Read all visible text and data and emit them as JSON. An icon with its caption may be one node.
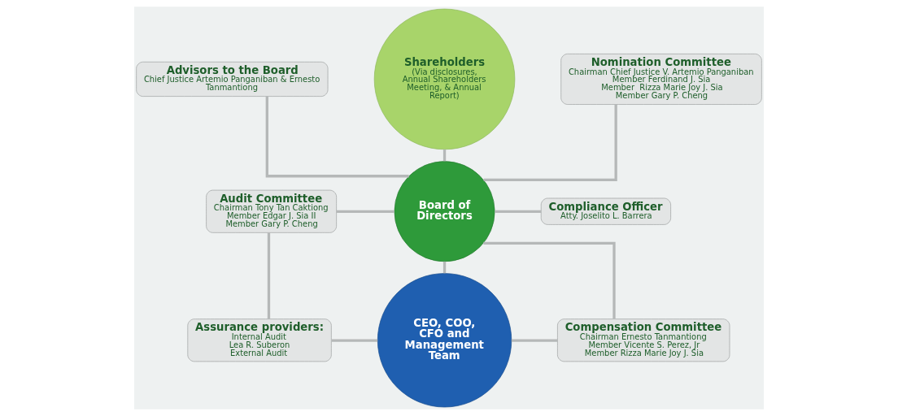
{
  "diagram": {
    "nodes": [
      {
        "text": [
          "Advisors to the Board",
          "Chief Justice Artemio Panganiban & Ernesto Tanmantiong"
        ]
      },
      {
        "text": [
          "Shareholders",
          "(Via disclosures, Annual Shareholders Meeting, & Annual Report)"
        ]
      },
      {
        "text": [
          "Nomination Committee",
          "Chairman Chief Justice V. Artemio Panganiban",
          "Member Ferdinand J. Sia",
          "Member  Rizza Marie Joy J. Sia",
          "Member Gary P. Cheng"
        ]
      },
      {
        "text": [
          "Audit Committee",
          "Chairman Tony Tan Caktiong",
          "Member Edgar J. Sia II",
          "Member Gary P. Cheng"
        ]
      },
      {
        "text": [
          "Board of Directors"
        ]
      },
      {
        "text": [
          "Compliance Officer",
          "Atty. Joselito L. Barrera"
        ]
      },
      {
        "text": [
          "Assurance providers:",
          "Internal Audit",
          "Lea R. Suberon",
          "External Audit"
        ]
      },
      {
        "text": [
          "CEO, COO, CFO and Management Team"
        ]
      },
      {
        "text": [
          "Compensation Committee",
          "Chairman Ernesto Tanmantiong",
          "Member Vicente S. Perez, Jr",
          "Member Rizza Marie Joy J. Sia"
        ]
      }
    ],
    "edges": [
      {
        "from": 0,
        "to": 4,
        "arrow": "none"
      },
      {
        "from": 1,
        "to": 4,
        "arrow": "none"
      },
      {
        "from": 2,
        "to": 4,
        "arrow": "none"
      },
      {
        "from": 3,
        "to": 4,
        "arrow": "none"
      },
      {
        "from": 4,
        "to": 5,
        "arrow": "none"
      },
      {
        "from": 3,
        "to": 6,
        "arrow": "none"
      },
      {
        "from": 4,
        "to": 7,
        "arrow": "none"
      },
      {
        "from": 6,
        "to": 7,
        "arrow": "none"
      },
      {
        "from": 4,
        "to": 8,
        "arrow": "none"
      },
      {
        "from": 7,
        "to": 8,
        "arrow": "none"
      }
    ]
  }
}
